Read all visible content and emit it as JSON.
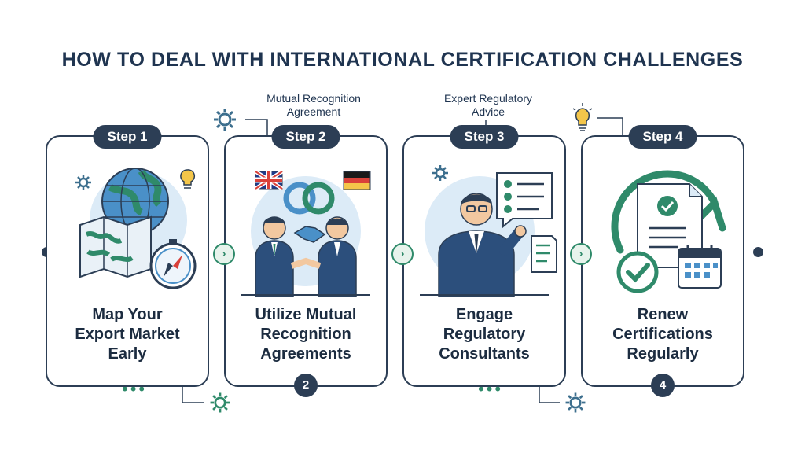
{
  "title": "HOW TO DEAL WITH INTERNATIONAL CERTIFICATION CHALLENGES",
  "annotations": {
    "mra": "Mutual Recognition Agreement",
    "advice": "Expert Regulatory Advice"
  },
  "steps": [
    {
      "label": "Step 1",
      "text": [
        "Map Your",
        "Export Market",
        "Early"
      ]
    },
    {
      "label": "Step 2",
      "text": [
        "Utilize Mutual",
        "Recognition",
        "Agreements"
      ],
      "number": "2"
    },
    {
      "label": "Step 3",
      "text": [
        "Engage",
        "Regulatory",
        "Consultants"
      ]
    },
    {
      "label": "Step 4",
      "text": [
        "Renew",
        "Certifications",
        "Regularly"
      ],
      "number": "4"
    }
  ],
  "icons": {
    "step1": [
      "globe-icon",
      "map-icon",
      "compass-icon",
      "gear-icon",
      "lightbulb-icon"
    ],
    "step2": [
      "uk-flag-icon",
      "germany-flag-icon",
      "linked-rings-icon",
      "handshake-icon",
      "businessmen-icon"
    ],
    "step3": [
      "consultant-icon",
      "checklist-icon",
      "document-icon",
      "gear-icon"
    ],
    "step4": [
      "certificate-icon",
      "checkmark-icon",
      "calendar-icon",
      "renew-arrow-icon",
      "lightbulb-icon"
    ]
  },
  "colors": {
    "navy": "#2c3e55",
    "green": "#2f8a6a",
    "light_blue": "#dcebf7"
  }
}
